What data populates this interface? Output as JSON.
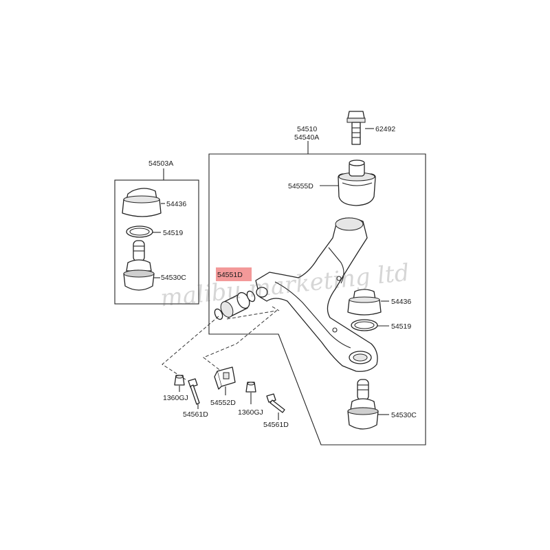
{
  "labels": {
    "kit_54503A": "54503A",
    "arm_54510": "54510",
    "arm_54540A": "54540A",
    "bolt_62492": "62492",
    "bush_54555D": "54555D",
    "boot_left": "54436",
    "ring_left": "54519",
    "joint_left": "54530C",
    "bush_54551D": "54551D",
    "boot_right": "54436",
    "ring_right": "54519",
    "joint_right": "54530C",
    "nut_left": "1360GJ",
    "bolt_left": "54561D",
    "bracket": "54552D",
    "nut_right": "1360GJ",
    "bolt_right": "54561D"
  },
  "watermark": "malibu marketing ltd",
  "colors": {
    "highlight": "#f08080",
    "line": "#222222",
    "watermark": "#6e6e6e"
  }
}
